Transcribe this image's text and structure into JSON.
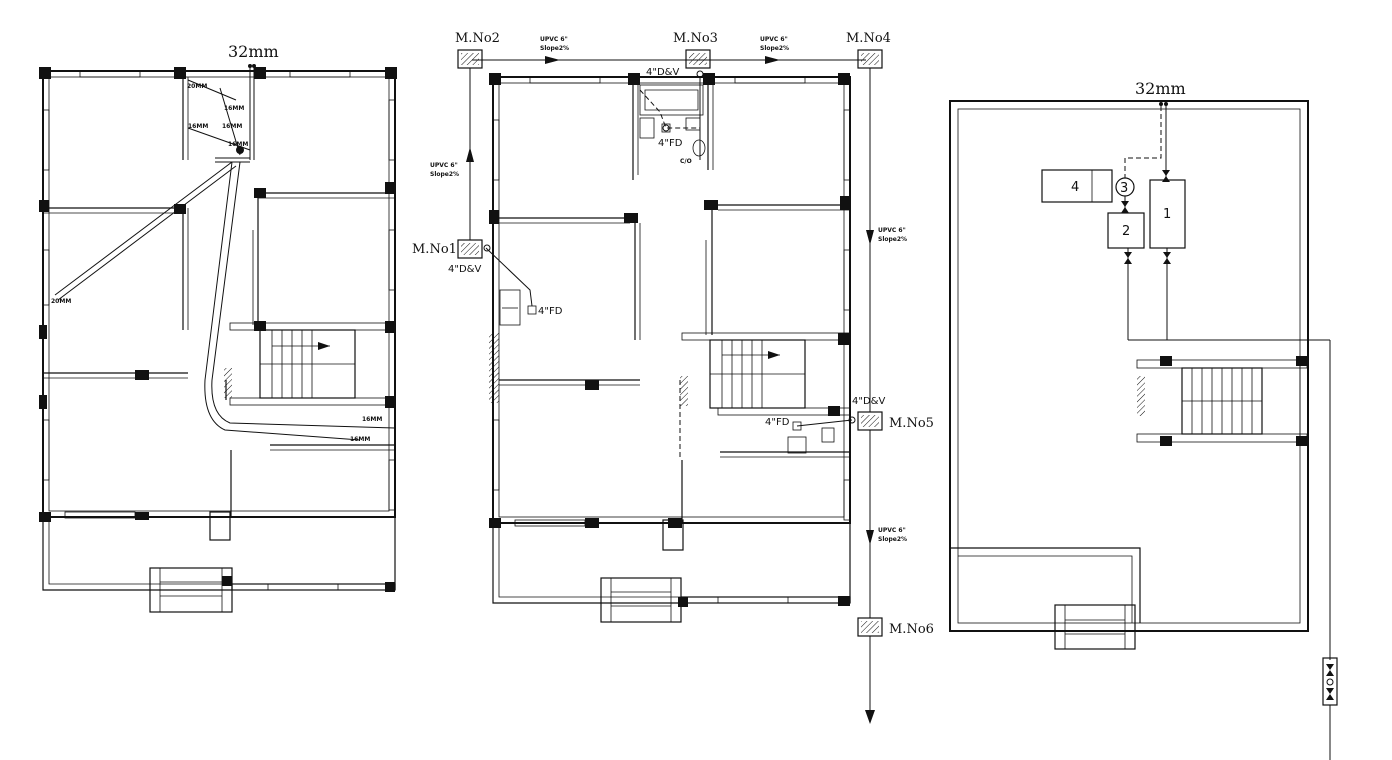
{
  "left_plan": {
    "supply_label": "32mm",
    "pipe_labels": [
      "20MM",
      "16MM",
      "16MM",
      "16MM",
      "16MM",
      "20MM",
      "16MM",
      "16MM"
    ]
  },
  "middle_plan": {
    "manholes": [
      "M.No2",
      "M.No3",
      "M.No4",
      "M.No1",
      "M.No5",
      "M.No6"
    ],
    "pipe_note_line1": "UPVC 6\"",
    "pipe_note_line2": "Slope2%",
    "dv_label": "4\"D&V",
    "fd_label": "4\"FD",
    "co_label": "C/O"
  },
  "right_plan": {
    "supply_label": "32mm",
    "tanks": [
      "1",
      "2",
      "3",
      "4"
    ]
  }
}
